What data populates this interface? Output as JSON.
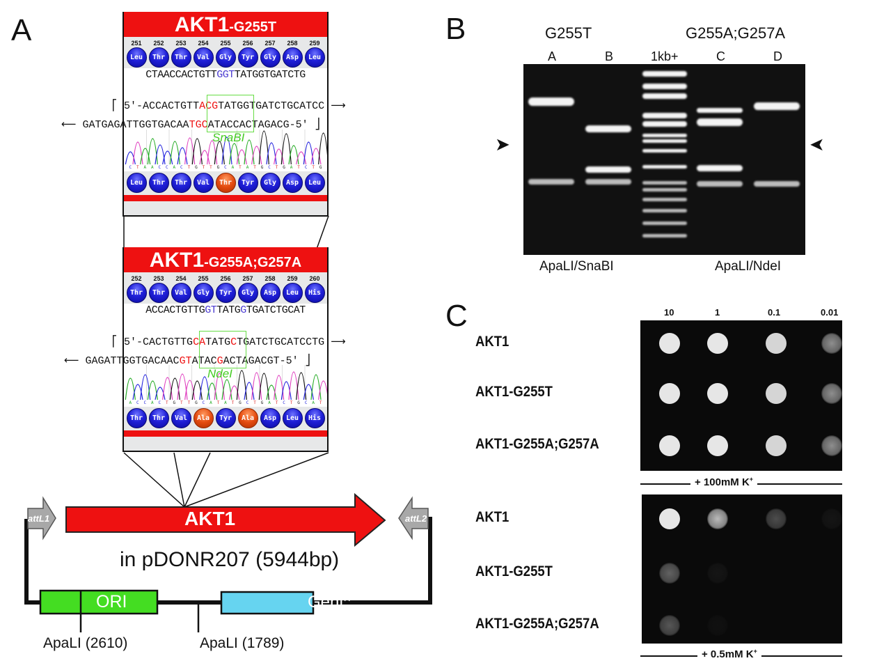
{
  "panels": {
    "A": "A",
    "B": "B",
    "C": "C"
  },
  "panel_a": {
    "card1": {
      "title_main": "AKT1",
      "title_suffix": "-G255T",
      "positions": [
        "251",
        "252",
        "253",
        "254",
        "255",
        "256",
        "257",
        "258",
        "259"
      ],
      "wt_residues": [
        "Leu",
        "Thr",
        "Thr",
        "Val",
        "Gly",
        "Tyr",
        "Gly",
        "Asp",
        "Leu"
      ],
      "wt_seq_pre": "CTAACCACTGTT",
      "wt_seq_codon": "GGT",
      "wt_seq_post": "TATGGTGATCTG",
      "fwd_pre": "5′-ACCACTGTT",
      "fwd_mut": "ACG",
      "fwd_post": "TATGGTGATCTGCATCC",
      "rev_pre": "GATGAGATTGGTGACAA",
      "rev_mut": "TGC",
      "rev_post": "ATACCACTAGACG-5′",
      "enzyme": "SnaBI",
      "basecalls": [
        "C",
        "T",
        "A",
        "A",
        "C",
        "C",
        "A",
        "C",
        "T",
        "G",
        "T",
        "T",
        "G",
        "C",
        "A",
        "T",
        "A",
        "T",
        "G",
        "C",
        "T",
        "G",
        "A",
        "T",
        "C",
        "T",
        "G"
      ],
      "mut_residues": [
        "Leu",
        "Thr",
        "Thr",
        "Val",
        "Thr",
        "Tyr",
        "Gly",
        "Asp",
        "Leu"
      ],
      "mutated_index": [
        4
      ]
    },
    "card2": {
      "title_main": "AKT1",
      "title_suffix": "-G255A;G257A",
      "positions": [
        "252",
        "253",
        "254",
        "255",
        "256",
        "257",
        "258",
        "259",
        "260"
      ],
      "wt_residues": [
        "Thr",
        "Thr",
        "Val",
        "Gly",
        "Tyr",
        "Gly",
        "Asp",
        "Leu",
        "His"
      ],
      "wt_seq_a": "ACCACTGTTG",
      "wt_seq_b": "GT",
      "wt_seq_c": "TATG",
      "wt_seq_d": "G",
      "wt_seq_e": "TGATCTGCAT",
      "fwd_a": "5′-CACTGTTG",
      "fwd_b": "CA",
      "fwd_c": "TATG",
      "fwd_d": "C",
      "fwd_e": "TGATCTGCATCCTG",
      "rev_a": "GAGATTGGTGACAAC",
      "rev_b": "GT",
      "rev_c": "ATAC",
      "rev_d": "G",
      "rev_e": "ACTAGACGT-5′",
      "enzyme": "NdeI",
      "basecalls": [
        "A",
        "C",
        "C",
        "A",
        "C",
        "T",
        "G",
        "T",
        "T",
        "G",
        "C",
        "A",
        "T",
        "A",
        "T",
        "G",
        "C",
        "T",
        "G",
        "A",
        "T",
        "C",
        "T",
        "G",
        "C",
        "A",
        "T"
      ],
      "mut_residues": [
        "Thr",
        "Thr",
        "Val",
        "Ala",
        "Tyr",
        "Ala",
        "Asp",
        "Leu",
        "His"
      ],
      "mutated_index": [
        3,
        5
      ]
    },
    "plasmid": {
      "gene": "AKT1",
      "attL1": "attL1",
      "attL2": "attL2",
      "vector": "in pDONR207 (5944bp)",
      "ori": "ORI",
      "gent": "Gent",
      "gent_sup": "R",
      "site1": "ApaLI (2610)",
      "site2": "ApaLI (1789)"
    }
  },
  "panel_b": {
    "group1": "G255T",
    "group2": "G255A;G257A",
    "lanes": [
      "A",
      "B",
      "1kb+",
      "C",
      "D"
    ],
    "digest1": "ApaLI/SnaBI",
    "digest2": "ApaLI/NdeI"
  },
  "panel_c": {
    "dilutions": [
      "10",
      "1",
      "0.1",
      "0.01"
    ],
    "strains": [
      "AKT1",
      "AKT1-G255T",
      "AKT1-G255A;G257A"
    ],
    "condition1": "+ 100mM K",
    "condition2": "+ 0.5mM K",
    "ion_charge": "+",
    "growth_high_k": [
      [
        1,
        1,
        0.9,
        0.6
      ],
      [
        1,
        1,
        0.9,
        0.6
      ],
      [
        1,
        1,
        0.9,
        0.6
      ]
    ],
    "growth_low_k": [
      [
        1,
        0.8,
        0.3,
        0.05
      ],
      [
        0.4,
        0.05,
        0,
        0
      ],
      [
        0.35,
        0.03,
        0,
        0
      ]
    ]
  },
  "colors": {
    "title_red": "#ee1111",
    "residue_blue": "#2020d8",
    "residue_mut": "#e44b10",
    "enzyme_green": "#44cc22",
    "ori_green": "#44dd22",
    "gent_blue": "#66d4f0"
  }
}
